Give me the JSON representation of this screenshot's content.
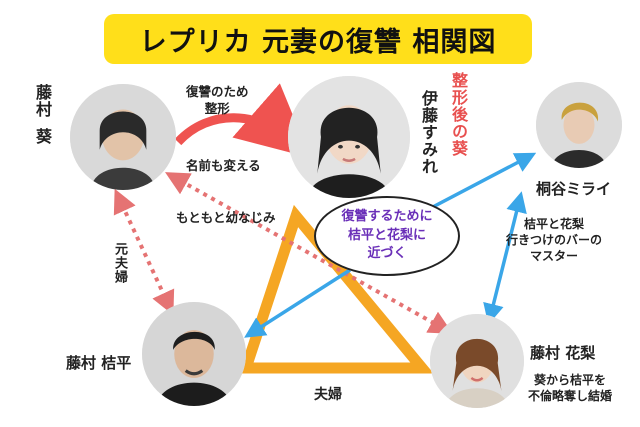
{
  "title": "レプリカ 元妻の復讐 相関図",
  "characters": {
    "aoi": {
      "name_line1": "藤村",
      "name_line2": "葵"
    },
    "sumire": {
      "name": "伊藤すみれ",
      "tag": "整形後の葵"
    },
    "kikuhei": {
      "name": "藤村 桔平"
    },
    "karin": {
      "name": "藤村 花梨",
      "note_line1": "葵から桔平を",
      "note_line2": "不倫略奪し結婚"
    },
    "mirai": {
      "name": "桐谷ミライ",
      "note_line1": "桔平と花梨",
      "note_line2": "行きつけのバーの",
      "note_line3": "マスター"
    }
  },
  "relations": {
    "revenge_line1": "復讐のため",
    "revenge_line2": "整形",
    "rename": "名前も変える",
    "childhood": "もともと幼なじみ",
    "ex_couple": "元夫婦",
    "couple": "夫婦",
    "approach_line1": "復讐するために",
    "approach_line2": "桔平と花梨に",
    "approach_line3": "近づく"
  },
  "colors": {
    "title_bg": "#ffdf1a",
    "arrow_red": "#ef5350",
    "dotted_red": "#e57373",
    "triangle_orange": "#f5a623",
    "arrow_blue": "#3aa6e8",
    "bubble_text": "#6a2fb8"
  }
}
